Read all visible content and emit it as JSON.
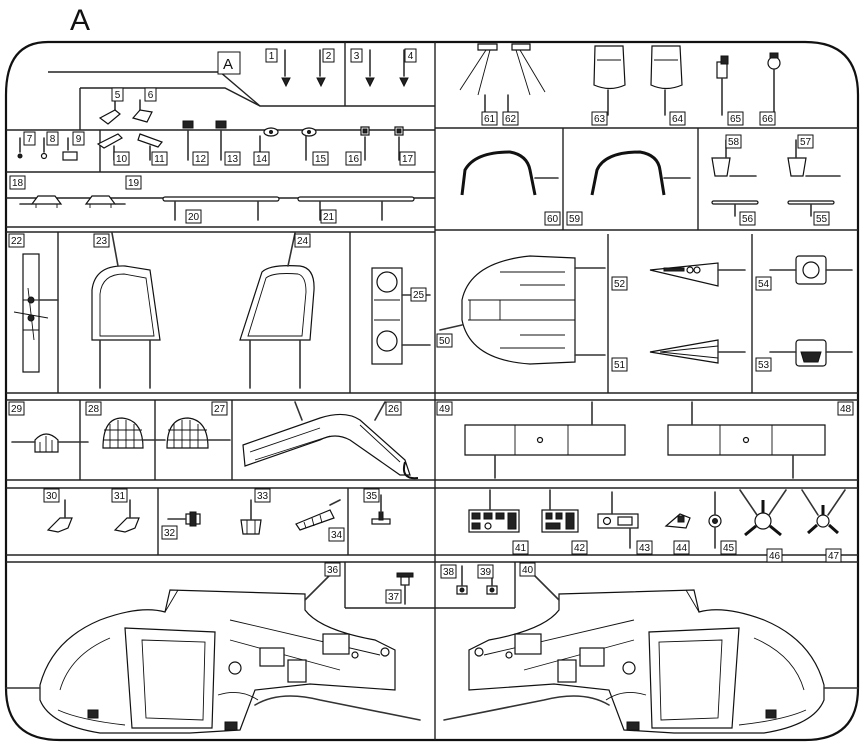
{
  "sprue": {
    "letter": "A",
    "tag_letter": "A",
    "parts": [
      "1",
      "2",
      "3",
      "4",
      "5",
      "6",
      "7",
      "8",
      "9",
      "10",
      "11",
      "12",
      "13",
      "14",
      "15",
      "16",
      "17",
      "18",
      "19",
      "20",
      "21",
      "22",
      "23",
      "24",
      "25",
      "26",
      "27",
      "28",
      "29",
      "30",
      "31",
      "32",
      "33",
      "34",
      "35",
      "36",
      "37",
      "38",
      "39",
      "40",
      "41",
      "42",
      "43",
      "44",
      "45",
      "46",
      "47",
      "48",
      "49",
      "50",
      "51",
      "52",
      "53",
      "54",
      "55",
      "56",
      "57",
      "58",
      "59",
      "60",
      "61",
      "62",
      "63",
      "64",
      "65",
      "66"
    ]
  }
}
